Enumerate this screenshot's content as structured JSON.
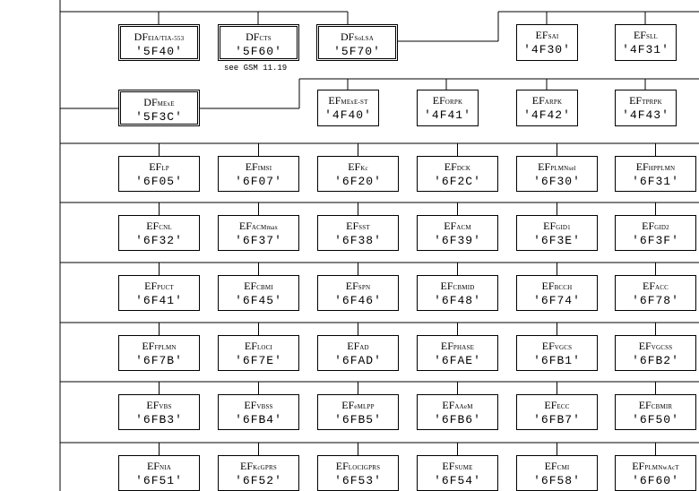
{
  "diagram": {
    "top_row": [
      {
        "prefix": "DF",
        "sub": "EIA/TIA-553",
        "id": "'5F40'",
        "kind": "df"
      },
      {
        "prefix": "DF",
        "sub": "CTS",
        "id": "'5F60'",
        "kind": "df"
      },
      {
        "prefix": "DF",
        "sub": "SoLSA",
        "id": "'5F70'",
        "kind": "df"
      },
      {
        "prefix": "EF",
        "sub": "SAI",
        "id": "'4F30'",
        "kind": "ef"
      },
      {
        "prefix": "EF",
        "sub": "SLL",
        "id": "'4F31'",
        "kind": "ef"
      }
    ],
    "note": "see GSM 11.19",
    "mexe_row": [
      {
        "prefix": "DF",
        "sub": "MExE",
        "id": "'5F3C'",
        "kind": "df"
      },
      {
        "prefix": "EF",
        "sub": "MExE-ST",
        "id": "'4F40'",
        "kind": "ef"
      },
      {
        "prefix": "EF",
        "sub": "ORPK",
        "id": "'4F41'",
        "kind": "ef"
      },
      {
        "prefix": "EF",
        "sub": "ARPK",
        "id": "'4F42'",
        "kind": "ef"
      },
      {
        "prefix": "EF",
        "sub": "TPRPK",
        "id": "'4F43'",
        "kind": "ef"
      }
    ],
    "ef_rows": [
      [
        {
          "prefix": "EF",
          "sub": "LP",
          "id": "'6F05'"
        },
        {
          "prefix": "EF",
          "sub": "IMSI",
          "id": "'6F07'"
        },
        {
          "prefix": "EF",
          "sub": "Kc",
          "id": "'6F20'"
        },
        {
          "prefix": "EF",
          "sub": "DCK",
          "id": "'6F2C'"
        },
        {
          "prefix": "EF",
          "sub": "PLMNsel",
          "id": "'6F30'"
        },
        {
          "prefix": "EF",
          "sub": "HPPLMN",
          "id": "'6F31'"
        }
      ],
      [
        {
          "prefix": "EF",
          "sub": "CNL",
          "id": "'6F32'"
        },
        {
          "prefix": "EF",
          "sub": "ACMmax",
          "id": "'6F37'"
        },
        {
          "prefix": "EF",
          "sub": "SST",
          "id": "'6F38'"
        },
        {
          "prefix": "EF",
          "sub": "ACM",
          "id": "'6F39'"
        },
        {
          "prefix": "EF",
          "sub": "GID1",
          "id": "'6F3E'"
        },
        {
          "prefix": "EF",
          "sub": "GID2",
          "id": "'6F3F'"
        }
      ],
      [
        {
          "prefix": "EF",
          "sub": "PUCT",
          "id": "'6F41'"
        },
        {
          "prefix": "EF",
          "sub": "CBMI",
          "id": "'6F45'"
        },
        {
          "prefix": "EF",
          "sub": "SPN",
          "id": "'6F46'"
        },
        {
          "prefix": "EF",
          "sub": "CBMID",
          "id": "'6F48'"
        },
        {
          "prefix": "EF",
          "sub": "BCCH",
          "id": "'6F74'"
        },
        {
          "prefix": "EF",
          "sub": "ACC",
          "id": "'6F78'"
        }
      ],
      [
        {
          "prefix": "EF",
          "sub": "FPLMN",
          "id": "'6F7B'"
        },
        {
          "prefix": "EF",
          "sub": "LOCI",
          "id": "'6F7E'"
        },
        {
          "prefix": "EF",
          "sub": "AD",
          "id": "'6FAD'"
        },
        {
          "prefix": "EF",
          "sub": "PHASE",
          "id": "'6FAE'"
        },
        {
          "prefix": "EF",
          "sub": "VGCS",
          "id": "'6FB1'"
        },
        {
          "prefix": "EF",
          "sub": "VGCSS",
          "id": "'6FB2'"
        }
      ],
      [
        {
          "prefix": "EF",
          "sub": "VBS",
          "id": "'6FB3'"
        },
        {
          "prefix": "EF",
          "sub": "VBSS",
          "id": "'6FB4'"
        },
        {
          "prefix": "EF",
          "sub": "eMLPP",
          "id": "'6FB5'"
        },
        {
          "prefix": "EF",
          "sub": "AAeM",
          "id": "'6FB6'"
        },
        {
          "prefix": "EF",
          "sub": "ECC",
          "id": "'6FB7'"
        },
        {
          "prefix": "EF",
          "sub": "CBMIR",
          "id": "'6F50'"
        }
      ],
      [
        {
          "prefix": "EF",
          "sub": "NIA",
          "id": "'6F51'"
        },
        {
          "prefix": "EF",
          "sub": "KcGPRS",
          "id": "'6F52'"
        },
        {
          "prefix": "EF",
          "sub": "LOCIGPRS",
          "id": "'6F53'"
        },
        {
          "prefix": "EF",
          "sub": "SUME",
          "id": "'6F54'"
        },
        {
          "prefix": "EF",
          "sub": "CMI",
          "id": "'6F58'"
        },
        {
          "prefix": "EF",
          "sub": "PLMNwAcT",
          "id": "'6F60'"
        }
      ]
    ]
  }
}
